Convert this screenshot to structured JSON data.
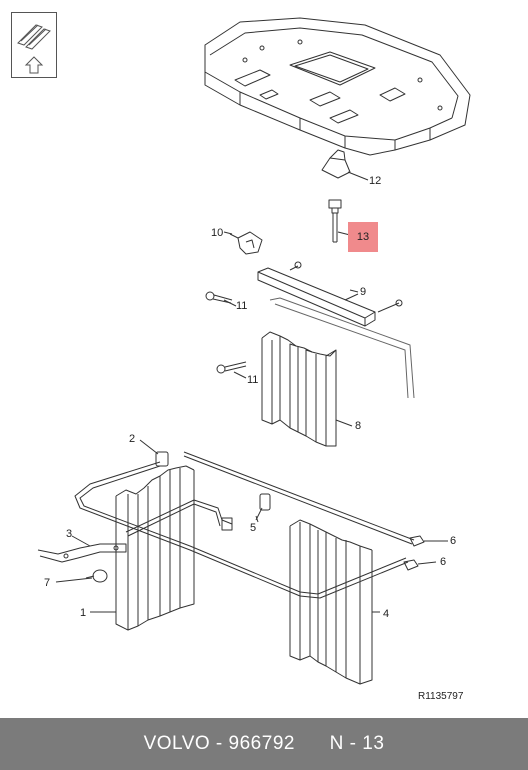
{
  "callouts": {
    "c1": "1",
    "c2": "2",
    "c3": "3",
    "c4": "4",
    "c5": "5",
    "c6a": "6",
    "c6b": "6",
    "c7": "7",
    "c8": "8",
    "c9": "9",
    "c10": "10",
    "c11a": "11",
    "c11b": "11",
    "c12": "12",
    "c13": "13"
  },
  "reference_code": "R1135797",
  "footer": {
    "brand": "VOLVO",
    "separator": " - ",
    "part_number": "966792",
    "position_label": "N - 13"
  },
  "colors": {
    "highlight": "#f08a8c",
    "footer_bg": "#7b7b7b"
  }
}
